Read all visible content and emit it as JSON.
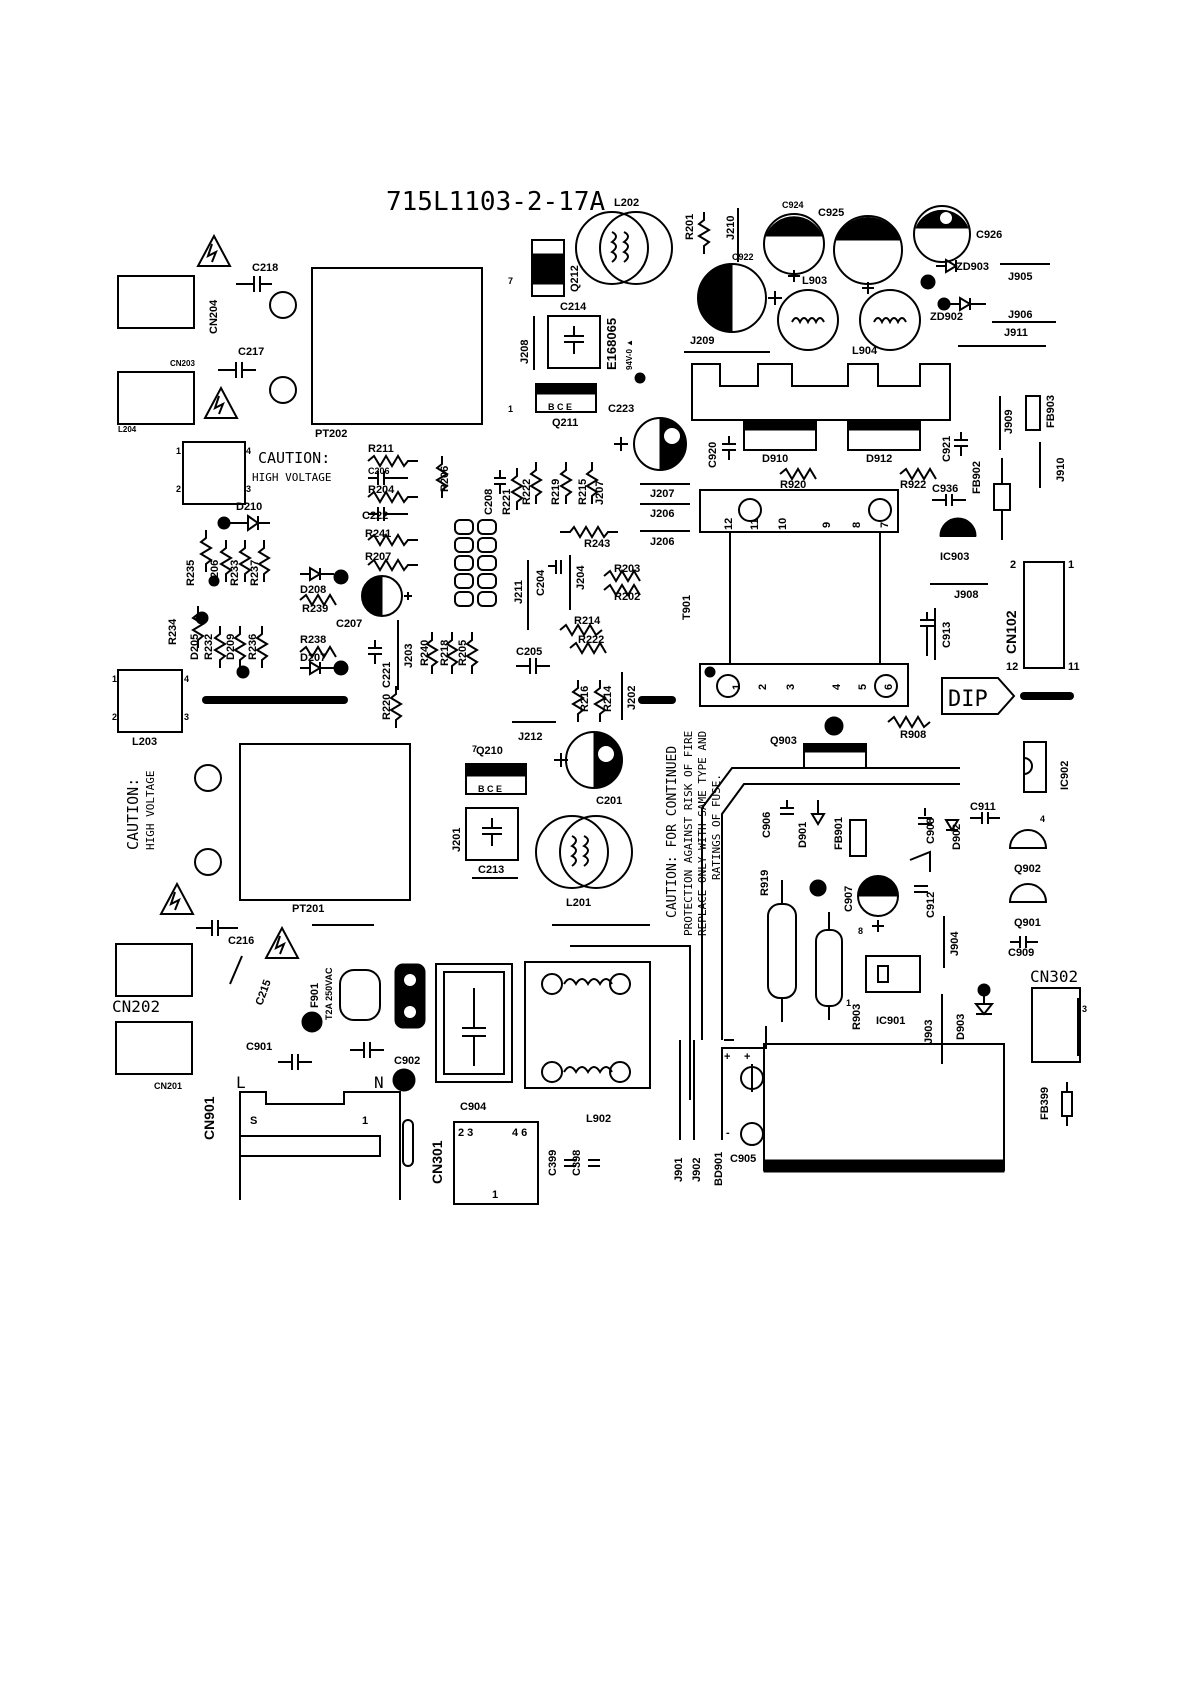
{
  "board_id": "715L1103-2-17A",
  "caution_hv_title": "CAUTION:",
  "caution_hv_sub": "HIGH VOLTAGE",
  "caution_fuse": [
    "CAUTION: FOR CONTINUED",
    "PROTECTION AGAINST RISK OF FIRE",
    "REPLACE ONLY WITH SAME TYPE AND",
    "RATINGS OF FUSE."
  ],
  "dip_label": "DIP",
  "fuse_rating": "T2A 250VAC",
  "cert_code": "E168065",
  "cert_sub": "94V-0 ▲",
  "line_label": "L",
  "neutral_label": "N",
  "labels": {
    "l202": "L202",
    "c218": "C218",
    "cn204": "CN204",
    "c217": "C217",
    "cn203": "CN203",
    "pt202": "PT202",
    "l204": "L204",
    "r211": "R211",
    "c206": "C206",
    "r204": "R204",
    "c222": "C222",
    "r241": "R241",
    "r207": "R207",
    "d210": "D210",
    "r206": "R206",
    "c208": "C208",
    "r221": "R221",
    "r222": "R222",
    "r219": "R219",
    "r215": "R215",
    "j207a": "J207",
    "j207": "J207",
    "j206a": "J206",
    "j206": "J206",
    "r243": "R243",
    "j211": "J211",
    "c204": "C204",
    "j204": "J204",
    "r203": "R203",
    "r202": "R202",
    "r214": "R214",
    "r222b": "R222",
    "c205": "C205",
    "r216": "R216",
    "r214b": "R214",
    "j202": "J202",
    "r235": "R235",
    "d206": "D206",
    "r233": "R233",
    "r237": "R237",
    "d208": "D208",
    "r239": "R239",
    "c207": "C207",
    "r234": "R234",
    "d205": "D205",
    "r232": "R232",
    "d209": "D209",
    "r236": "R236",
    "r238": "R238",
    "d207": "D207",
    "c221": "C221",
    "j203": "J203",
    "r240": "R240",
    "r218": "R218",
    "r205": "R205",
    "r220": "R220",
    "l203": "L203",
    "j212": "J212",
    "q210": "Q210",
    "c201": "C201",
    "j201": "J201",
    "c213": "C213",
    "l201": "L201",
    "pt201": "PT201",
    "c216": "C216",
    "c215": "C215",
    "cn202": "CN202",
    "f901": "F901",
    "c901": "C901",
    "c902": "C902",
    "cn201": "CN201",
    "cn901": "CN901",
    "c904": "C904",
    "l902": "L902",
    "cn301": "CN301",
    "c399": "C399",
    "c398": "C398",
    "j901": "J901",
    "j902": "J902",
    "bd901": "BD901",
    "c905": "C905",
    "q212": "Q212",
    "c214": "C214",
    "j208": "J208",
    "q211": "Q211",
    "c223": "C223",
    "r201": "R201",
    "j210": "J210",
    "c922": "C922",
    "c924": "C924",
    "c925": "C925",
    "c926": "C926",
    "zd903": "ZD903",
    "zd902": "ZD902",
    "j905": "J905",
    "j906": "J906",
    "j911": "J911",
    "l903": "L903",
    "l904": "L904",
    "j209": "J209",
    "c920": "C920",
    "d910": "D910",
    "r920": "R920",
    "d912": "D912",
    "r922": "R922",
    "c921": "C921",
    "fb902": "FB902",
    "c936": "C936",
    "j909": "J909",
    "fb903": "FB903",
    "j910": "J910",
    "ic903": "IC903",
    "j908": "J908",
    "t901": "T901",
    "c913": "C913",
    "cn102": "CN102",
    "q903": "Q903",
    "r908": "R908",
    "ic902": "IC902",
    "c906": "C906",
    "d901": "D901",
    "fb901": "FB901",
    "c908": "C908",
    "d902": "D902",
    "c911": "C911",
    "q902": "Q902",
    "r919": "R919",
    "c907": "C907",
    "c912": "C912",
    "q901": "Q901",
    "j904": "J904",
    "c909": "C909",
    "cn302": "CN302",
    "ic901": "IC901",
    "r903": "R903",
    "j903": "J903",
    "d903": "D903",
    "fb399": "FB399"
  },
  "pins": {
    "t_top": [
      "12",
      "11",
      "10",
      "9",
      "8",
      "7"
    ],
    "t_bot": [
      "1",
      "2",
      "3",
      "4",
      "5",
      "6"
    ],
    "cn102_tl": "2",
    "cn102_tr": "1",
    "cn102_bl": "12",
    "cn102_br": "11",
    "cn301_top": "2 3",
    "cn301_top2": "4 6",
    "cn301_bot": "1",
    "l204": [
      "4",
      "1",
      "2",
      "3"
    ],
    "l203": [
      "1",
      "4",
      "2",
      "3"
    ],
    "q211": "B C E",
    "q210": "B C E",
    "cn302": "3",
    "ic902": "4",
    "pin7": "7",
    "pin1": "1",
    "s_pin": "S",
    "one_pin": "1"
  }
}
